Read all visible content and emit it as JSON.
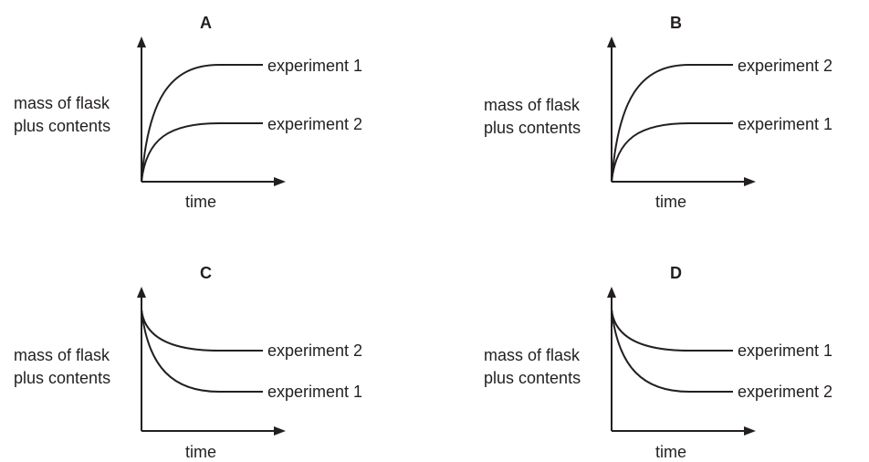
{
  "panels": [
    {
      "letter": "A",
      "direction": "increase",
      "y_label": [
        "mass of flask",
        "plus contents"
      ],
      "x_label": "time",
      "upper_label": "experiment 1",
      "lower_label": "experiment 2"
    },
    {
      "letter": "B",
      "direction": "increase",
      "y_label": [
        "mass of flask",
        "plus contents"
      ],
      "x_label": "time",
      "upper_label": "experiment 2",
      "lower_label": "experiment 1"
    },
    {
      "letter": "C",
      "direction": "decrease",
      "y_label": [
        "mass of flask",
        "plus contents"
      ],
      "x_label": "time",
      "upper_label": "experiment 2",
      "lower_label": "experiment 1"
    },
    {
      "letter": "D",
      "direction": "decrease",
      "y_label": [
        "mass of flask",
        "plus contents"
      ],
      "x_label": "time",
      "upper_label": "experiment 1",
      "lower_label": "experiment 2"
    }
  ],
  "colors": {
    "ink": "#231f20"
  }
}
